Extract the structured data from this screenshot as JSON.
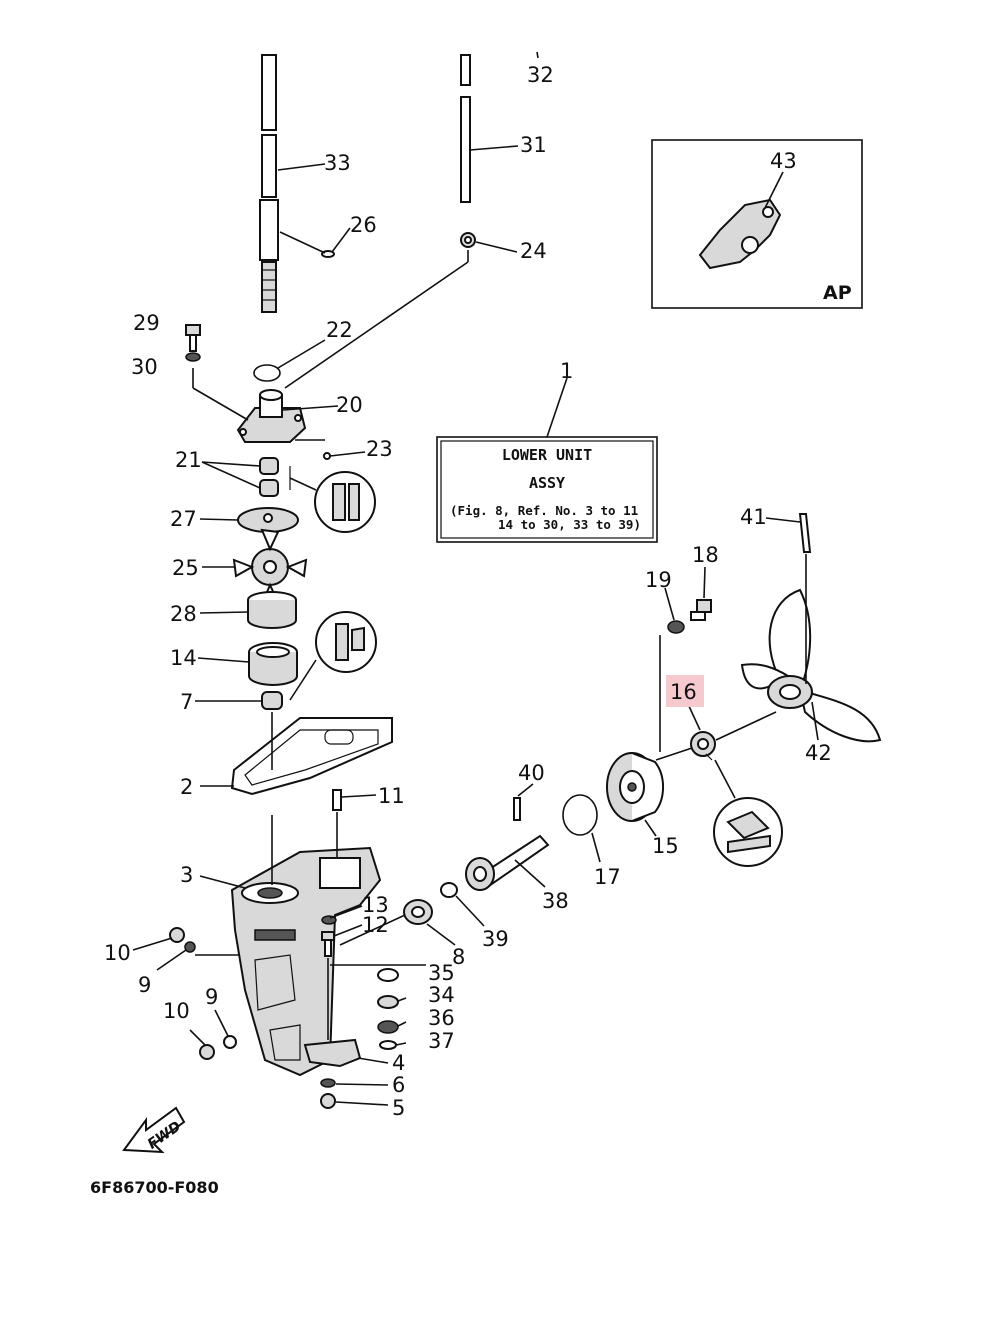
{
  "diagram": {
    "code": "6F86700-F080",
    "fwd_label": "FWD",
    "inset_label": "AP",
    "highlight_color": "#f6c9cf",
    "assy_box": {
      "ref": "1",
      "line1": "LOWER UNIT",
      "line2": "ASSY",
      "line3": "(Fig. 8, Ref. No. 3 to 11",
      "line4": "14 to 30, 33 to 39)"
    },
    "callouts": {
      "c1": "1",
      "c2": "2",
      "c3": "3",
      "c4": "4",
      "c5": "5",
      "c6": "6",
      "c7": "7",
      "c8": "8",
      "c9a": "9",
      "c9b": "9",
      "c10a": "10",
      "c10b": "10",
      "c11": "11",
      "c12": "12",
      "c13": "13",
      "c14": "14",
      "c15": "15",
      "c16": "16",
      "c17": "17",
      "c18": "18",
      "c19": "19",
      "c20": "20",
      "c21": "21",
      "c22": "22",
      "c23": "23",
      "c24": "24",
      "c25": "25",
      "c26": "26",
      "c27": "27",
      "c28": "28",
      "c29": "29",
      "c30": "30",
      "c31": "31",
      "c32": "32",
      "c33": "33",
      "c34": "34",
      "c35": "35",
      "c36": "36",
      "c37": "37",
      "c38": "38",
      "c39": "39",
      "c40": "40",
      "c41": "41",
      "c42": "42",
      "c43": "43"
    }
  }
}
